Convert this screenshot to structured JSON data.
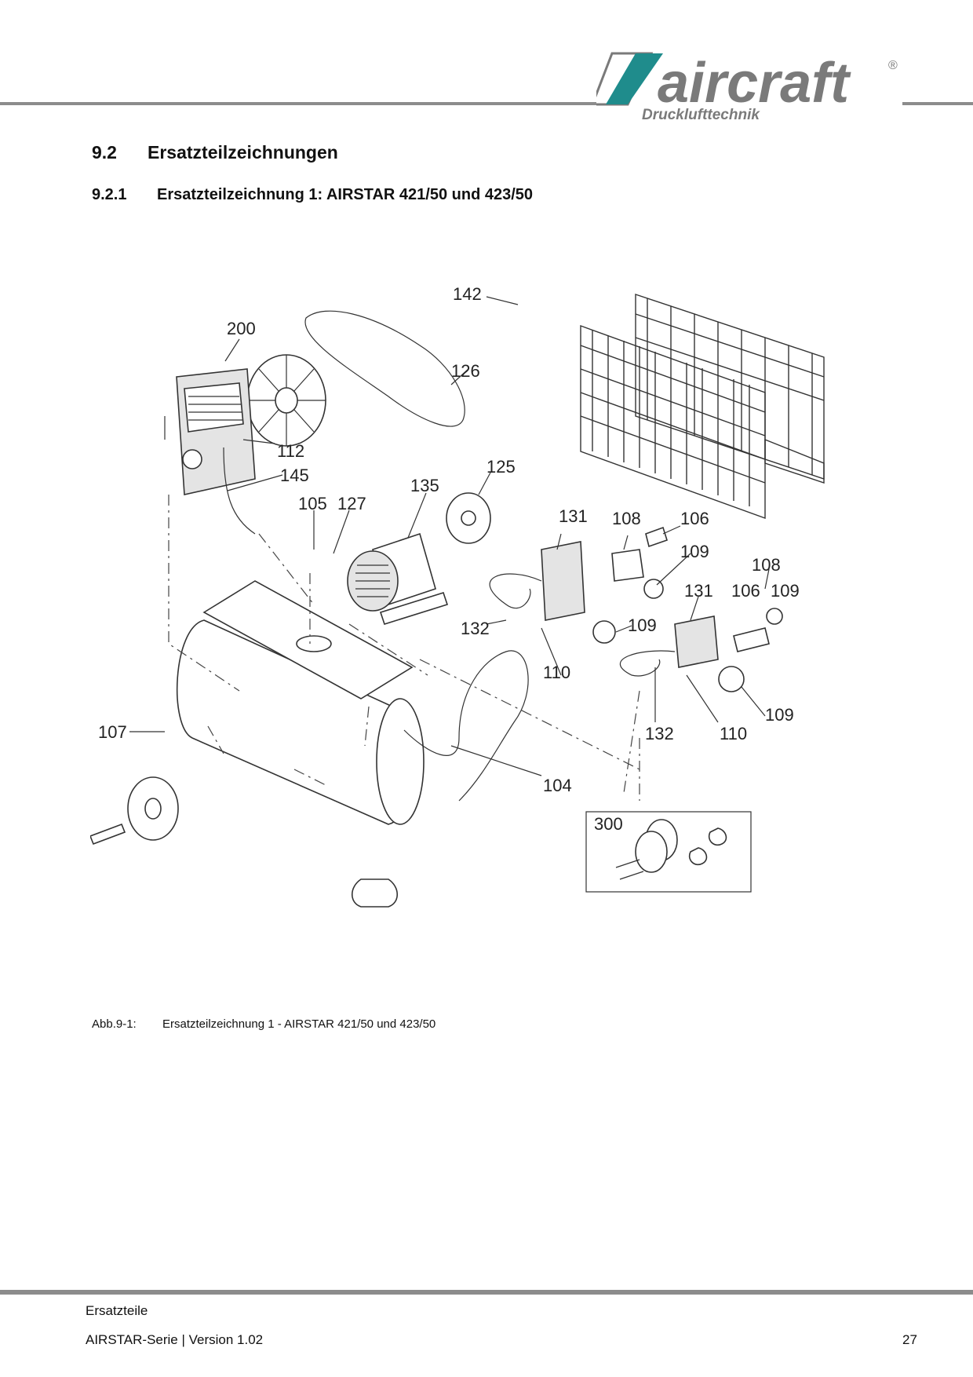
{
  "header": {
    "logo_text": "aircraft",
    "logo_subtitle": "Drucklufttechnik"
  },
  "section": {
    "number": "9.2",
    "title": "Ersatzteilzeichnungen"
  },
  "subsection": {
    "number": "9.2.1",
    "title": "Ersatzteilzeichnung 1: AIRSTAR 421/50 und 423/50"
  },
  "figure": {
    "caption_label": "Abb.9-1:",
    "caption_text": "Ersatzteilzeichnung 1 - AIRSTAR 421/50 und 423/50",
    "part_labels": [
      "142",
      "200",
      "126",
      "112",
      "145",
      "125",
      "135",
      "105",
      "127",
      "131",
      "108",
      "106",
      "109",
      "108",
      "131",
      "106",
      "109",
      "132",
      "109",
      "110",
      "107",
      "132",
      "110",
      "104",
      "109",
      "300"
    ]
  },
  "footer": {
    "section": "Ersatzteile",
    "series": "AIRSTAR-Serie |  Version 1.02",
    "page": "27"
  }
}
